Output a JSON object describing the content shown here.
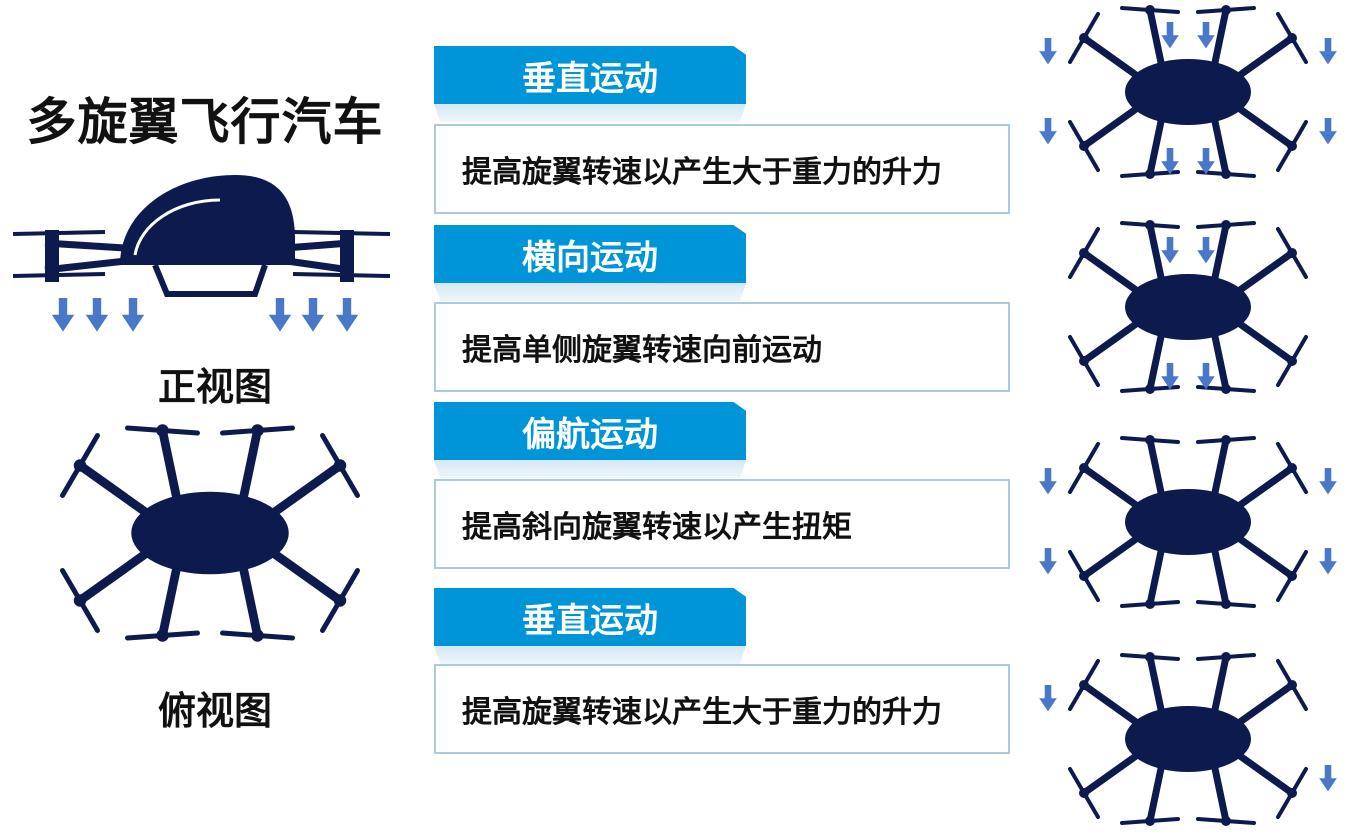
{
  "title": "多旋翼飞行汽车",
  "views": {
    "front_label": "正视图",
    "top_label": "俯视图"
  },
  "modes": [
    {
      "heading": "垂直运动",
      "description": "提高旋翼转速以产生大于重力的升力"
    },
    {
      "heading": "横向运动",
      "description": "提高单侧旋翼转速向前运动"
    },
    {
      "heading": "偏航运动",
      "description": "提高斜向旋翼转速以产生扭矩"
    },
    {
      "heading": "垂直运动",
      "description": "提高旋翼转速以产生大于重力的升力"
    }
  ],
  "colors": {
    "vehicle": "#0c1a4e",
    "arrow": "#4a78c8",
    "header": "#0095d9",
    "border": "#a9cbe2"
  }
}
